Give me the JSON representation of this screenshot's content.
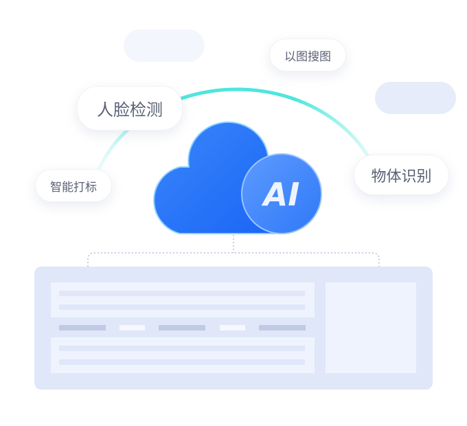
{
  "tags": {
    "face_detection": "人脸检测",
    "image_search": "以图搜图",
    "smart_tagging": "智能打标",
    "object_recognition": "物体识别"
  },
  "cloud": {
    "label": "AI"
  },
  "colors": {
    "cloud": "#1f6ff8",
    "arc": "#4ee6dd",
    "panel": "#dfe7f9"
  }
}
